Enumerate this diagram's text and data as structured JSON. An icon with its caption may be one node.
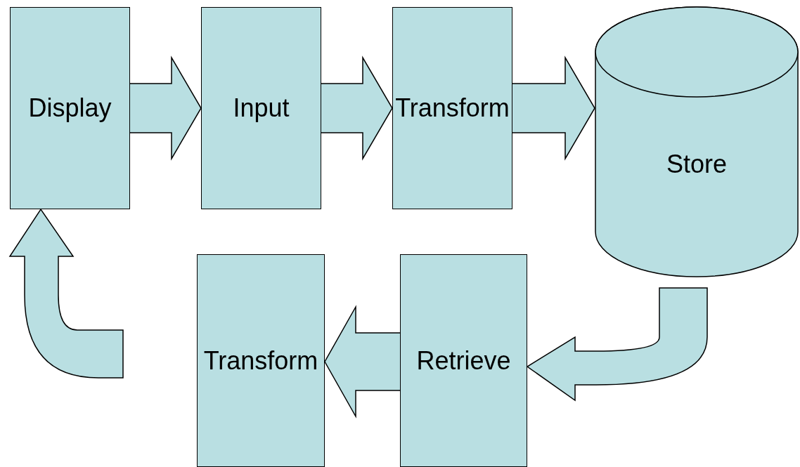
{
  "diagram": {
    "nodes": [
      {
        "text": [
          "Display"
        ]
      },
      {
        "text": [
          "Input"
        ]
      },
      {
        "text": [
          "Transform"
        ]
      },
      {
        "text": [
          "Store"
        ]
      },
      {
        "text": [
          "Retrieve"
        ]
      },
      {
        "text": [
          "Transform"
        ]
      }
    ],
    "edges": [
      {
        "from": 0,
        "to": 1,
        "arrow": "to"
      },
      {
        "from": 1,
        "to": 2,
        "arrow": "to"
      },
      {
        "from": 2,
        "to": 3,
        "arrow": "to"
      },
      {
        "from": 3,
        "to": 4,
        "arrow": "to"
      },
      {
        "from": 4,
        "to": 5,
        "arrow": "to"
      },
      {
        "from": 5,
        "to": 0,
        "arrow": "to"
      }
    ]
  }
}
